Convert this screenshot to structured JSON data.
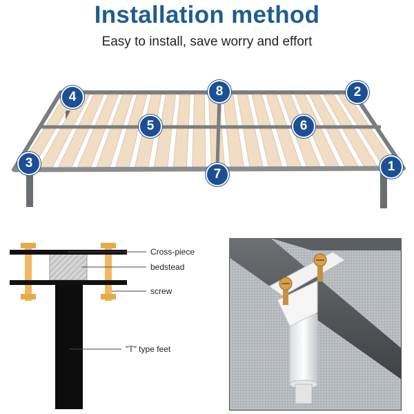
{
  "header": {
    "title": "Installation method",
    "subtitle": "Easy to install, save worry and effort"
  },
  "bed_frame": {
    "badges": [
      "1",
      "2",
      "3",
      "4",
      "5",
      "6",
      "7",
      "8"
    ]
  },
  "diagram": {
    "labels": {
      "cross_piece": "Cross-piece",
      "bedstead": "bedstead",
      "screw": "screw",
      "t_feet": "\"T\" type feet"
    }
  },
  "colors": {
    "title": "#1f5d8f",
    "badge": "#1c4f93",
    "slat": "#f1dcc4",
    "frame": "#7a7d80",
    "bolt": "#f0b860"
  }
}
